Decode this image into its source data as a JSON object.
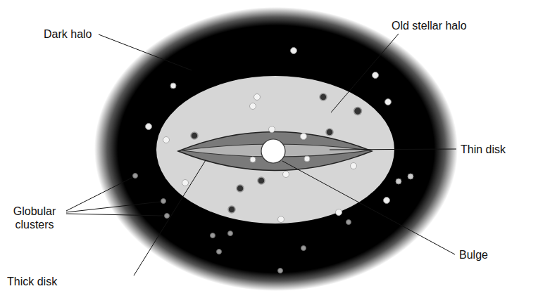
{
  "diagram": {
    "labels": [
      "Dark halo",
      "Old stellar halo",
      "Thin disk",
      "Globular clusters",
      "Bulge",
      "Thick disk"
    ]
  }
}
